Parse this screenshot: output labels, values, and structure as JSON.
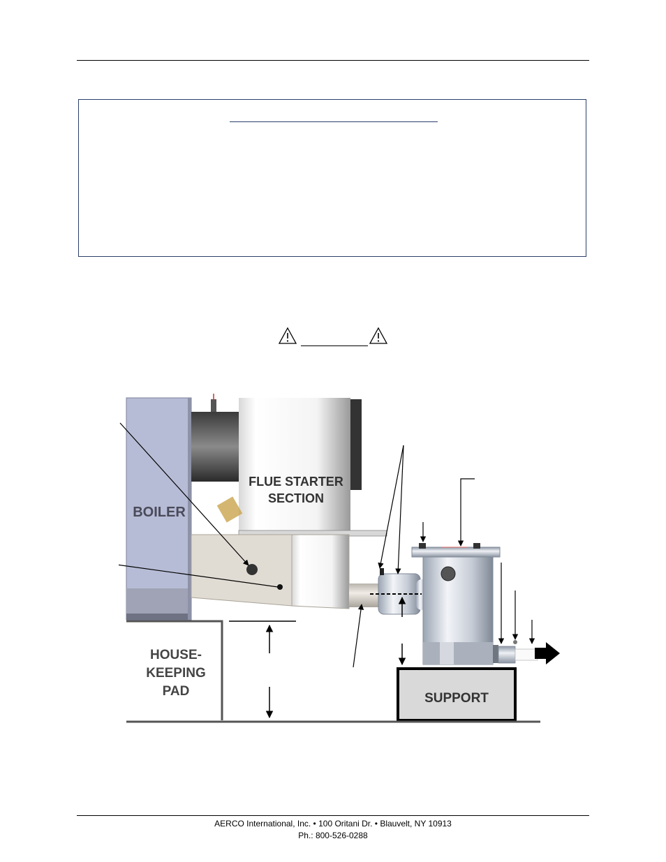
{
  "diagram": {
    "labels": {
      "boiler": "BOILER",
      "flue_starter_line1": "FLUE STARTER",
      "flue_starter_line2": "SECTION",
      "housekeeping_line1": "HOUSE-",
      "housekeeping_line2": "KEEPING",
      "housekeeping_line3": "PAD",
      "support": "SUPPORT"
    }
  },
  "footer": {
    "line1": "AERCO International, Inc. • 100 Oritani Dr. •  Blauvelt, NY 10913",
    "line2": "Ph.: 800-526-0288"
  }
}
